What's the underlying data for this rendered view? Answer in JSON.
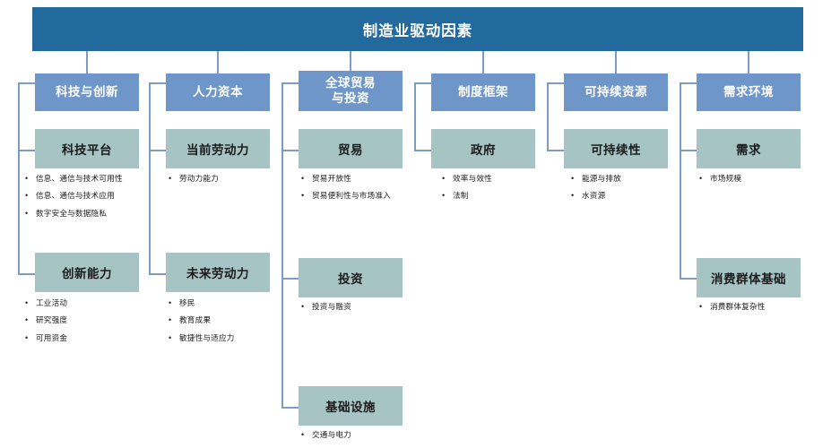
{
  "diagram": {
    "root": {
      "title": "制造业驱动因素"
    },
    "colors": {
      "root_bar": "#226A9E",
      "category_box": "#6E96C8",
      "sub_box": "#A7C4C5",
      "connector": "#7E9CC0",
      "background": "#FFFFFF",
      "root_text": "#FFFFFF",
      "category_text": "#FFFFFF",
      "sub_text": "#1B1B1B",
      "bullet_text": "#1B1B1B"
    },
    "columns": [
      {
        "label": "科技与创新",
        "groups": [
          {
            "label": "科技平台",
            "bullets": [
              "信息、通信与技术可用性",
              "信息、通信与技术应用",
              "数字安全与数据隐私"
            ]
          },
          {
            "label": "创新能力",
            "bullets": [
              "工业活动",
              "研究强度",
              "可用资金"
            ]
          }
        ]
      },
      {
        "label": "人力资本",
        "groups": [
          {
            "label": "当前劳动力",
            "bullets": [
              "劳动力能力"
            ]
          },
          {
            "label": "未来劳动力",
            "bullets": [
              "移民",
              "教育成果",
              "敏捷性与适应力"
            ]
          }
        ]
      },
      {
        "label": "全球贸易\n与投资",
        "label_line1": "全球贸易",
        "label_line2": "与投资",
        "groups": [
          {
            "label": "贸易",
            "bullets": [
              "贸易开放性",
              "贸易便利性与市场准入"
            ]
          },
          {
            "label": "投资",
            "bullets": [
              "投资与融资"
            ]
          },
          {
            "label": "基础设施",
            "bullets": [
              "交通与电力"
            ]
          }
        ]
      },
      {
        "label": "制度框架",
        "groups": [
          {
            "label": "政府",
            "bullets": [
              "效率与效性",
              "法制"
            ]
          }
        ]
      },
      {
        "label": "可持续资源",
        "groups": [
          {
            "label": "可持续性",
            "bullets": [
              "能源与排放",
              "水资源"
            ]
          }
        ]
      },
      {
        "label": "需求环境",
        "groups": [
          {
            "label": "需求",
            "bullets": [
              "市场规模"
            ]
          },
          {
            "label": "消费群体基础",
            "bullets": [
              "消费群体复杂性"
            ]
          }
        ]
      }
    ]
  }
}
